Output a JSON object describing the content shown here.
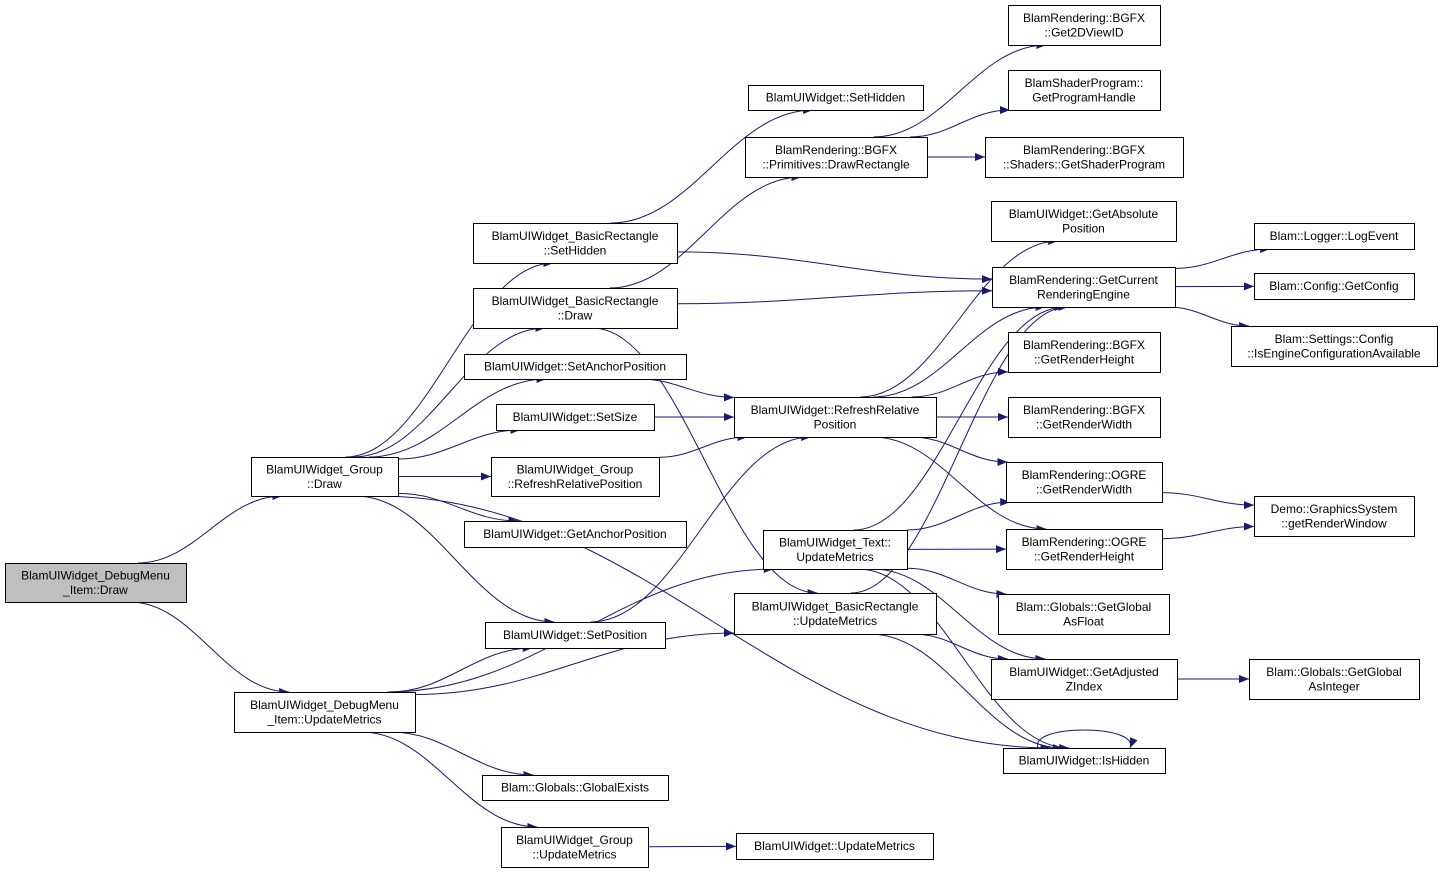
{
  "colors": {
    "edge": "#191970",
    "node_fill": "#ffffff",
    "root_fill": "#bfbfbf",
    "border": "#000000"
  },
  "nodes": [
    {
      "id": "root",
      "lines": [
        "BlamUIWidget_DebugMenu",
        "_Item::Draw"
      ],
      "root": true
    },
    {
      "id": "grp_draw",
      "lines": [
        "BlamUIWidget_Group",
        "::Draw"
      ]
    },
    {
      "id": "dm_um",
      "lines": [
        "BlamUIWidget_DebugMenu",
        "_Item::UpdateMetrics"
      ]
    },
    {
      "id": "br_sethidden",
      "lines": [
        "BlamUIWidget_BasicRectangle",
        "::SetHidden"
      ]
    },
    {
      "id": "br_draw",
      "lines": [
        "BlamUIWidget_BasicRectangle",
        "::Draw"
      ]
    },
    {
      "id": "set_anchor",
      "lines": [
        "BlamUIWidget::SetAnchorPosition"
      ]
    },
    {
      "id": "set_size",
      "lines": [
        "BlamUIWidget::SetSize"
      ]
    },
    {
      "id": "grp_rrp",
      "lines": [
        "BlamUIWidget_Group",
        "::RefreshRelativePosition"
      ]
    },
    {
      "id": "get_anchor",
      "lines": [
        "BlamUIWidget::GetAnchorPosition"
      ]
    },
    {
      "id": "set_pos",
      "lines": [
        "BlamUIWidget::SetPosition"
      ]
    },
    {
      "id": "glob_exists",
      "lines": [
        "Blam::Globals::GlobalExists"
      ]
    },
    {
      "id": "grp_um",
      "lines": [
        "BlamUIWidget_Group",
        "::UpdateMetrics"
      ]
    },
    {
      "id": "set_hidden",
      "lines": [
        "BlamUIWidget::SetHidden"
      ]
    },
    {
      "id": "prim_draw",
      "lines": [
        "BlamRendering::BGFX",
        "::Primitives::DrawRectangle"
      ]
    },
    {
      "id": "rrp",
      "lines": [
        "BlamUIWidget::RefreshRelative",
        "Position"
      ]
    },
    {
      "id": "text_um",
      "lines": [
        "BlamUIWidget_Text::",
        "UpdateMetrics"
      ]
    },
    {
      "id": "br_um",
      "lines": [
        "BlamUIWidget_BasicRectangle",
        "::UpdateMetrics"
      ]
    },
    {
      "id": "w_um",
      "lines": [
        "BlamUIWidget::UpdateMetrics"
      ]
    },
    {
      "id": "get2dview",
      "lines": [
        "BlamRendering::BGFX",
        "::Get2DViewID"
      ]
    },
    {
      "id": "shader_prog",
      "lines": [
        "BlamShaderProgram::",
        "GetProgramHandle"
      ]
    },
    {
      "id": "get_shader",
      "lines": [
        "BlamRendering::BGFX",
        "::Shaders::GetShaderProgram"
      ]
    },
    {
      "id": "get_abs",
      "lines": [
        "BlamUIWidget::GetAbsolute",
        "Position"
      ]
    },
    {
      "id": "cur_engine",
      "lines": [
        "BlamRendering::GetCurrent",
        "RenderingEngine"
      ]
    },
    {
      "id": "bgfx_rh",
      "lines": [
        "BlamRendering::BGFX",
        "::GetRenderHeight"
      ]
    },
    {
      "id": "bgfx_rw",
      "lines": [
        "BlamRendering::BGFX",
        "::GetRenderWidth"
      ]
    },
    {
      "id": "ogre_rw",
      "lines": [
        "BlamRendering::OGRE",
        "::GetRenderWidth"
      ]
    },
    {
      "id": "ogre_rh",
      "lines": [
        "BlamRendering::OGRE",
        "::GetRenderHeight"
      ]
    },
    {
      "id": "glob_float",
      "lines": [
        "Blam::Globals::GetGlobal",
        "AsFloat"
      ]
    },
    {
      "id": "adj_z",
      "lines": [
        "BlamUIWidget::GetAdjusted",
        "ZIndex"
      ]
    },
    {
      "id": "is_hidden",
      "lines": [
        "BlamUIWidget::IsHidden"
      ]
    },
    {
      "id": "log_event",
      "lines": [
        "Blam::Logger::LogEvent"
      ]
    },
    {
      "id": "get_config",
      "lines": [
        "Blam::Config::GetConfig"
      ]
    },
    {
      "id": "engine_cfg",
      "lines": [
        "Blam::Settings::Config",
        "::IsEngineConfigurationAvailable"
      ]
    },
    {
      "id": "gfx_window",
      "lines": [
        "Demo::GraphicsSystem",
        "::getRenderWindow"
      ]
    },
    {
      "id": "glob_int",
      "lines": [
        "Blam::Globals::GetGlobal",
        "AsInteger"
      ]
    }
  ],
  "edges": [
    [
      "root",
      "grp_draw"
    ],
    [
      "root",
      "dm_um"
    ],
    [
      "grp_draw",
      "br_sethidden"
    ],
    [
      "grp_draw",
      "br_draw"
    ],
    [
      "grp_draw",
      "set_anchor"
    ],
    [
      "grp_draw",
      "set_size"
    ],
    [
      "grp_draw",
      "grp_rrp"
    ],
    [
      "grp_draw",
      "get_anchor"
    ],
    [
      "grp_draw",
      "set_pos"
    ],
    [
      "grp_draw",
      "is_hidden"
    ],
    [
      "dm_um",
      "set_pos"
    ],
    [
      "dm_um",
      "text_um"
    ],
    [
      "dm_um",
      "br_um"
    ],
    [
      "dm_um",
      "glob_exists"
    ],
    [
      "dm_um",
      "grp_um"
    ],
    [
      "br_sethidden",
      "set_hidden"
    ],
    [
      "br_sethidden",
      "cur_engine"
    ],
    [
      "br_draw",
      "prim_draw"
    ],
    [
      "br_draw",
      "cur_engine"
    ],
    [
      "br_draw",
      "br_um"
    ],
    [
      "set_anchor",
      "rrp"
    ],
    [
      "set_size",
      "rrp"
    ],
    [
      "grp_rrp",
      "rrp"
    ],
    [
      "set_pos",
      "rrp"
    ],
    [
      "grp_um",
      "w_um"
    ],
    [
      "prim_draw",
      "get2dview"
    ],
    [
      "prim_draw",
      "shader_prog"
    ],
    [
      "prim_draw",
      "get_shader"
    ],
    [
      "rrp",
      "get_abs"
    ],
    [
      "rrp",
      "cur_engine"
    ],
    [
      "rrp",
      "bgfx_rh"
    ],
    [
      "rrp",
      "bgfx_rw"
    ],
    [
      "rrp",
      "ogre_rw"
    ],
    [
      "rrp",
      "ogre_rh"
    ],
    [
      "text_um",
      "cur_engine"
    ],
    [
      "text_um",
      "ogre_rw"
    ],
    [
      "text_um",
      "ogre_rh"
    ],
    [
      "text_um",
      "glob_float"
    ],
    [
      "text_um",
      "adj_z"
    ],
    [
      "text_um",
      "is_hidden"
    ],
    [
      "br_um",
      "cur_engine"
    ],
    [
      "br_um",
      "adj_z"
    ],
    [
      "br_um",
      "is_hidden"
    ],
    [
      "cur_engine",
      "log_event"
    ],
    [
      "cur_engine",
      "get_config"
    ],
    [
      "cur_engine",
      "engine_cfg"
    ],
    [
      "ogre_rw",
      "gfx_window"
    ],
    [
      "ogre_rh",
      "gfx_window"
    ],
    [
      "adj_z",
      "glob_int"
    ],
    [
      "is_hidden",
      "is_hidden"
    ]
  ]
}
